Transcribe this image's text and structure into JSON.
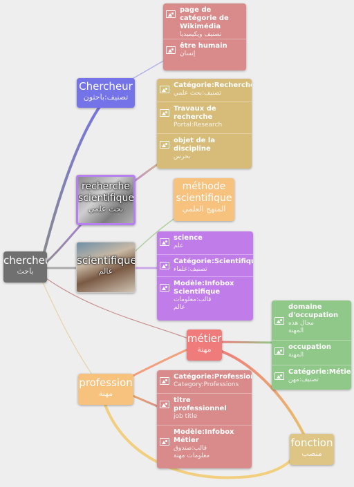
{
  "colors": {
    "blue": "#7474e8",
    "purple": "#b580ee",
    "orange": "#f6c27e",
    "red": "#ef7b7b",
    "gold": "#dec585",
    "rose": "#d98b8b",
    "tan": "#d7bc79",
    "violet": "#c07ce9",
    "green": "#8fc888",
    "grey": "#777777"
  },
  "nodes": {
    "chercheur_root": {
      "title": "chercheur",
      "sub": "باحث"
    },
    "chercheur_blue": {
      "title": "Chercheur",
      "sub": "تصنيف:باحثون"
    },
    "recherche": {
      "title": "recherche scientifique",
      "sub": "بحث علمي"
    },
    "methode": {
      "title": "méthode scientifique",
      "sub": "المنهج العلمي"
    },
    "scientifique": {
      "title": "scientifique",
      "sub": "عالم"
    },
    "metier": {
      "title": "métier",
      "sub": "مهنة"
    },
    "profession": {
      "title": "profession",
      "sub": "مهنة"
    },
    "fonction": {
      "title": "fonction",
      "sub": "منصب"
    }
  },
  "boxes": {
    "wikimedia": [
      {
        "label": "page de catégorie de Wikimédia",
        "sub": "تصنيف ويكيميديا"
      },
      {
        "label": "être humain",
        "sub": "إنسان"
      }
    ],
    "recherche_cat": [
      {
        "label": "Catégorie:Recherche",
        "sub": "تصنيف:بحث علمي"
      },
      {
        "label": "Travaux de recherche",
        "sub": "Portal:Research"
      },
      {
        "label": "objet de la discipline",
        "sub": "بحرس"
      }
    ],
    "science": [
      {
        "label": "science",
        "sub": "علم"
      },
      {
        "label": "Catégorie:Scientifique",
        "sub": "تصنيف:علماء"
      },
      {
        "label": "Modèle:Infobox Scientifique",
        "sub": "قالب:معلومات عالم"
      }
    ],
    "occupation": [
      {
        "label": "domaine d'occupation",
        "sub": "مجال هذه المهنة"
      },
      {
        "label": "occupation",
        "sub": "المهنة"
      },
      {
        "label": "Catégorie:Métier",
        "sub": "تصنيف:مهن"
      }
    ],
    "profession_cat": [
      {
        "label": "Catégorie:Profession",
        "sub": "Category:Professions"
      },
      {
        "label": "titre professionnel",
        "sub": "job title"
      },
      {
        "label": "Modèle:Infobox Métier",
        "sub": "قالب:صندوق معلومات مهنة"
      }
    ]
  }
}
